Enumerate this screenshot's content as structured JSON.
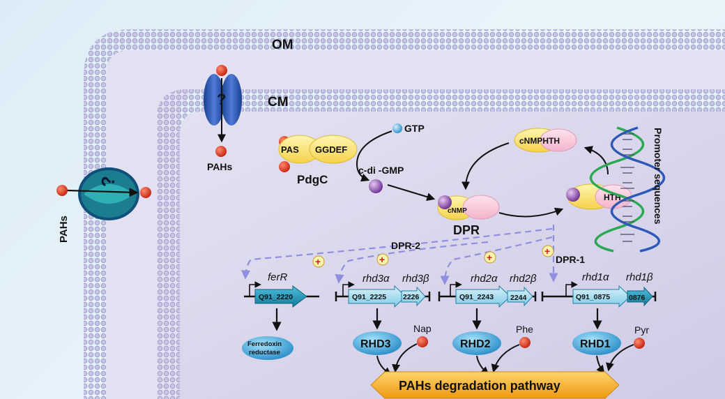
{
  "membranes": {
    "outer": "OM",
    "inner": "CM"
  },
  "transport": {
    "question_mark": "?",
    "substrate_label": "PAHs"
  },
  "pdgc": {
    "domain_pas": "PAS",
    "domain_ggdef": "GGDEF",
    "name": "PdgC"
  },
  "signal": {
    "gtp": "GTP",
    "c_di_gmp": "c-di -GMP"
  },
  "dpr": {
    "name": "DPR",
    "cnmp": "cNMP",
    "complex": "cNMPHTH",
    "hth": "HTH"
  },
  "promoter": "Promoter sequences",
  "regulation": {
    "dpr2": "DPR-2",
    "dpr1": "DPR-1",
    "plus": "+"
  },
  "genes": {
    "ferR": {
      "name": "ferR",
      "locus": "Q91_2220"
    },
    "rhd3": {
      "a_name": "rhd3α",
      "b_name": "rhd3β",
      "a_locus": "Q91_2225",
      "b_locus": "2226"
    },
    "rhd2": {
      "a_name": "rhd2α",
      "b_name": "rhd2β",
      "a_locus": "Q91_2243",
      "b_locus": "2244"
    },
    "rhd1": {
      "a_name": "rhd1α",
      "b_name": "rhd1β",
      "a_locus": "Q91_0875",
      "b_locus": "0876"
    }
  },
  "products": {
    "ferredoxin_line1": "Ferredoxin",
    "ferredoxin_line2": "reductase",
    "rhd3": "RHD3",
    "rhd2": "RHD2",
    "rhd1": "RHD1"
  },
  "substrates": {
    "nap": "Nap",
    "phe": "Phe",
    "pyr": "Pyr"
  },
  "pathway": "PAHs degradation pathway",
  "colors": {
    "cell_fill": "#dcd9ec",
    "membrane_bead": "#a7a4cf",
    "pahs_red": "#d9301f",
    "purple_ball": "#7b3fa0",
    "gtp_blue": "#3fa7dc",
    "gene_teal": "#1c8fb1",
    "gene_light": "#a6dcef",
    "dashed_arrow": "#8f8fe0",
    "protein_blue": "#2a9fd8",
    "pathway_orange": "#f3a21c"
  }
}
